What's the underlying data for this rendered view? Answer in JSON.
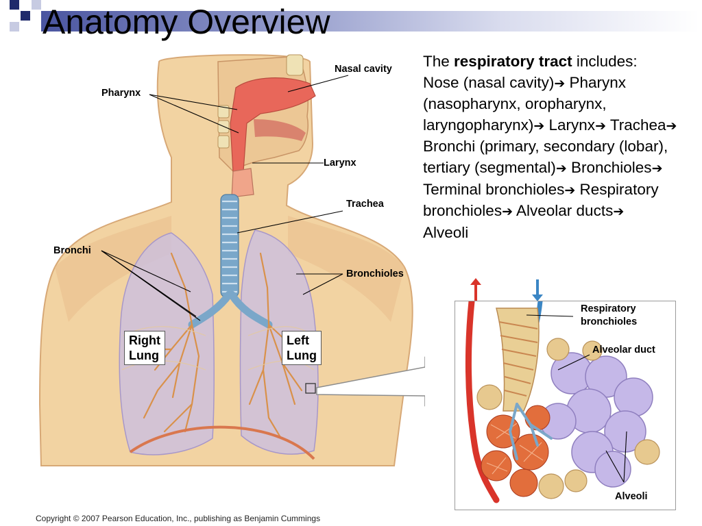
{
  "slide": {
    "title": "Anatomy Overview",
    "intro_prefix": "The ",
    "intro_bold": "respiratory tract",
    "intro_suffix": " includes:",
    "pathway_lines": [
      " Nose (nasal cavity)",
      " Pharynx (nasopharynx, oropharynx, laryngopharynx)",
      " Larynx",
      " Trachea",
      " Bronchi (primary, secondary (lobar), tertiary (segmental)",
      " Bronchioles",
      " Terminal bronchioles",
      " Respiratory bronchioles",
      " Alveolar ducts",
      " Alveoli"
    ],
    "arrow_glyph": "➔",
    "copyright": "Copyright © 2007 Pearson Education, Inc., publishing as Benjamin Cummings"
  },
  "figure_labels": {
    "nasal_cavity": "Nasal cavity",
    "pharynx": "Pharynx",
    "larynx": "Larynx",
    "trachea": "Trachea",
    "bronchi": "Bronchi",
    "bronchioles": "Bronchioles",
    "right_lung_line1": "Right",
    "right_lung_line2": "Lung",
    "left_lung_line1": "Left",
    "left_lung_line2": "Lung"
  },
  "inset_labels": {
    "respiratory_bronchioles_line1": "Respiratory",
    "respiratory_bronchioles_line2": "bronchioles",
    "alveolar_duct": "Alveolar duct",
    "alveoli": "Alveoli"
  },
  "colors": {
    "skin": "#f2d3a2",
    "skin_shadow": "#e2b27c",
    "airway_red": "#e8675a",
    "trachea_blue": "#7aa7c9",
    "lung_fill": "#cbbfe2",
    "bronchiole_orange": "#d9914a",
    "artery_red": "#d9342a",
    "vein_blue": "#3b86c4",
    "alveoli_purple": "#c5b8e8"
  }
}
